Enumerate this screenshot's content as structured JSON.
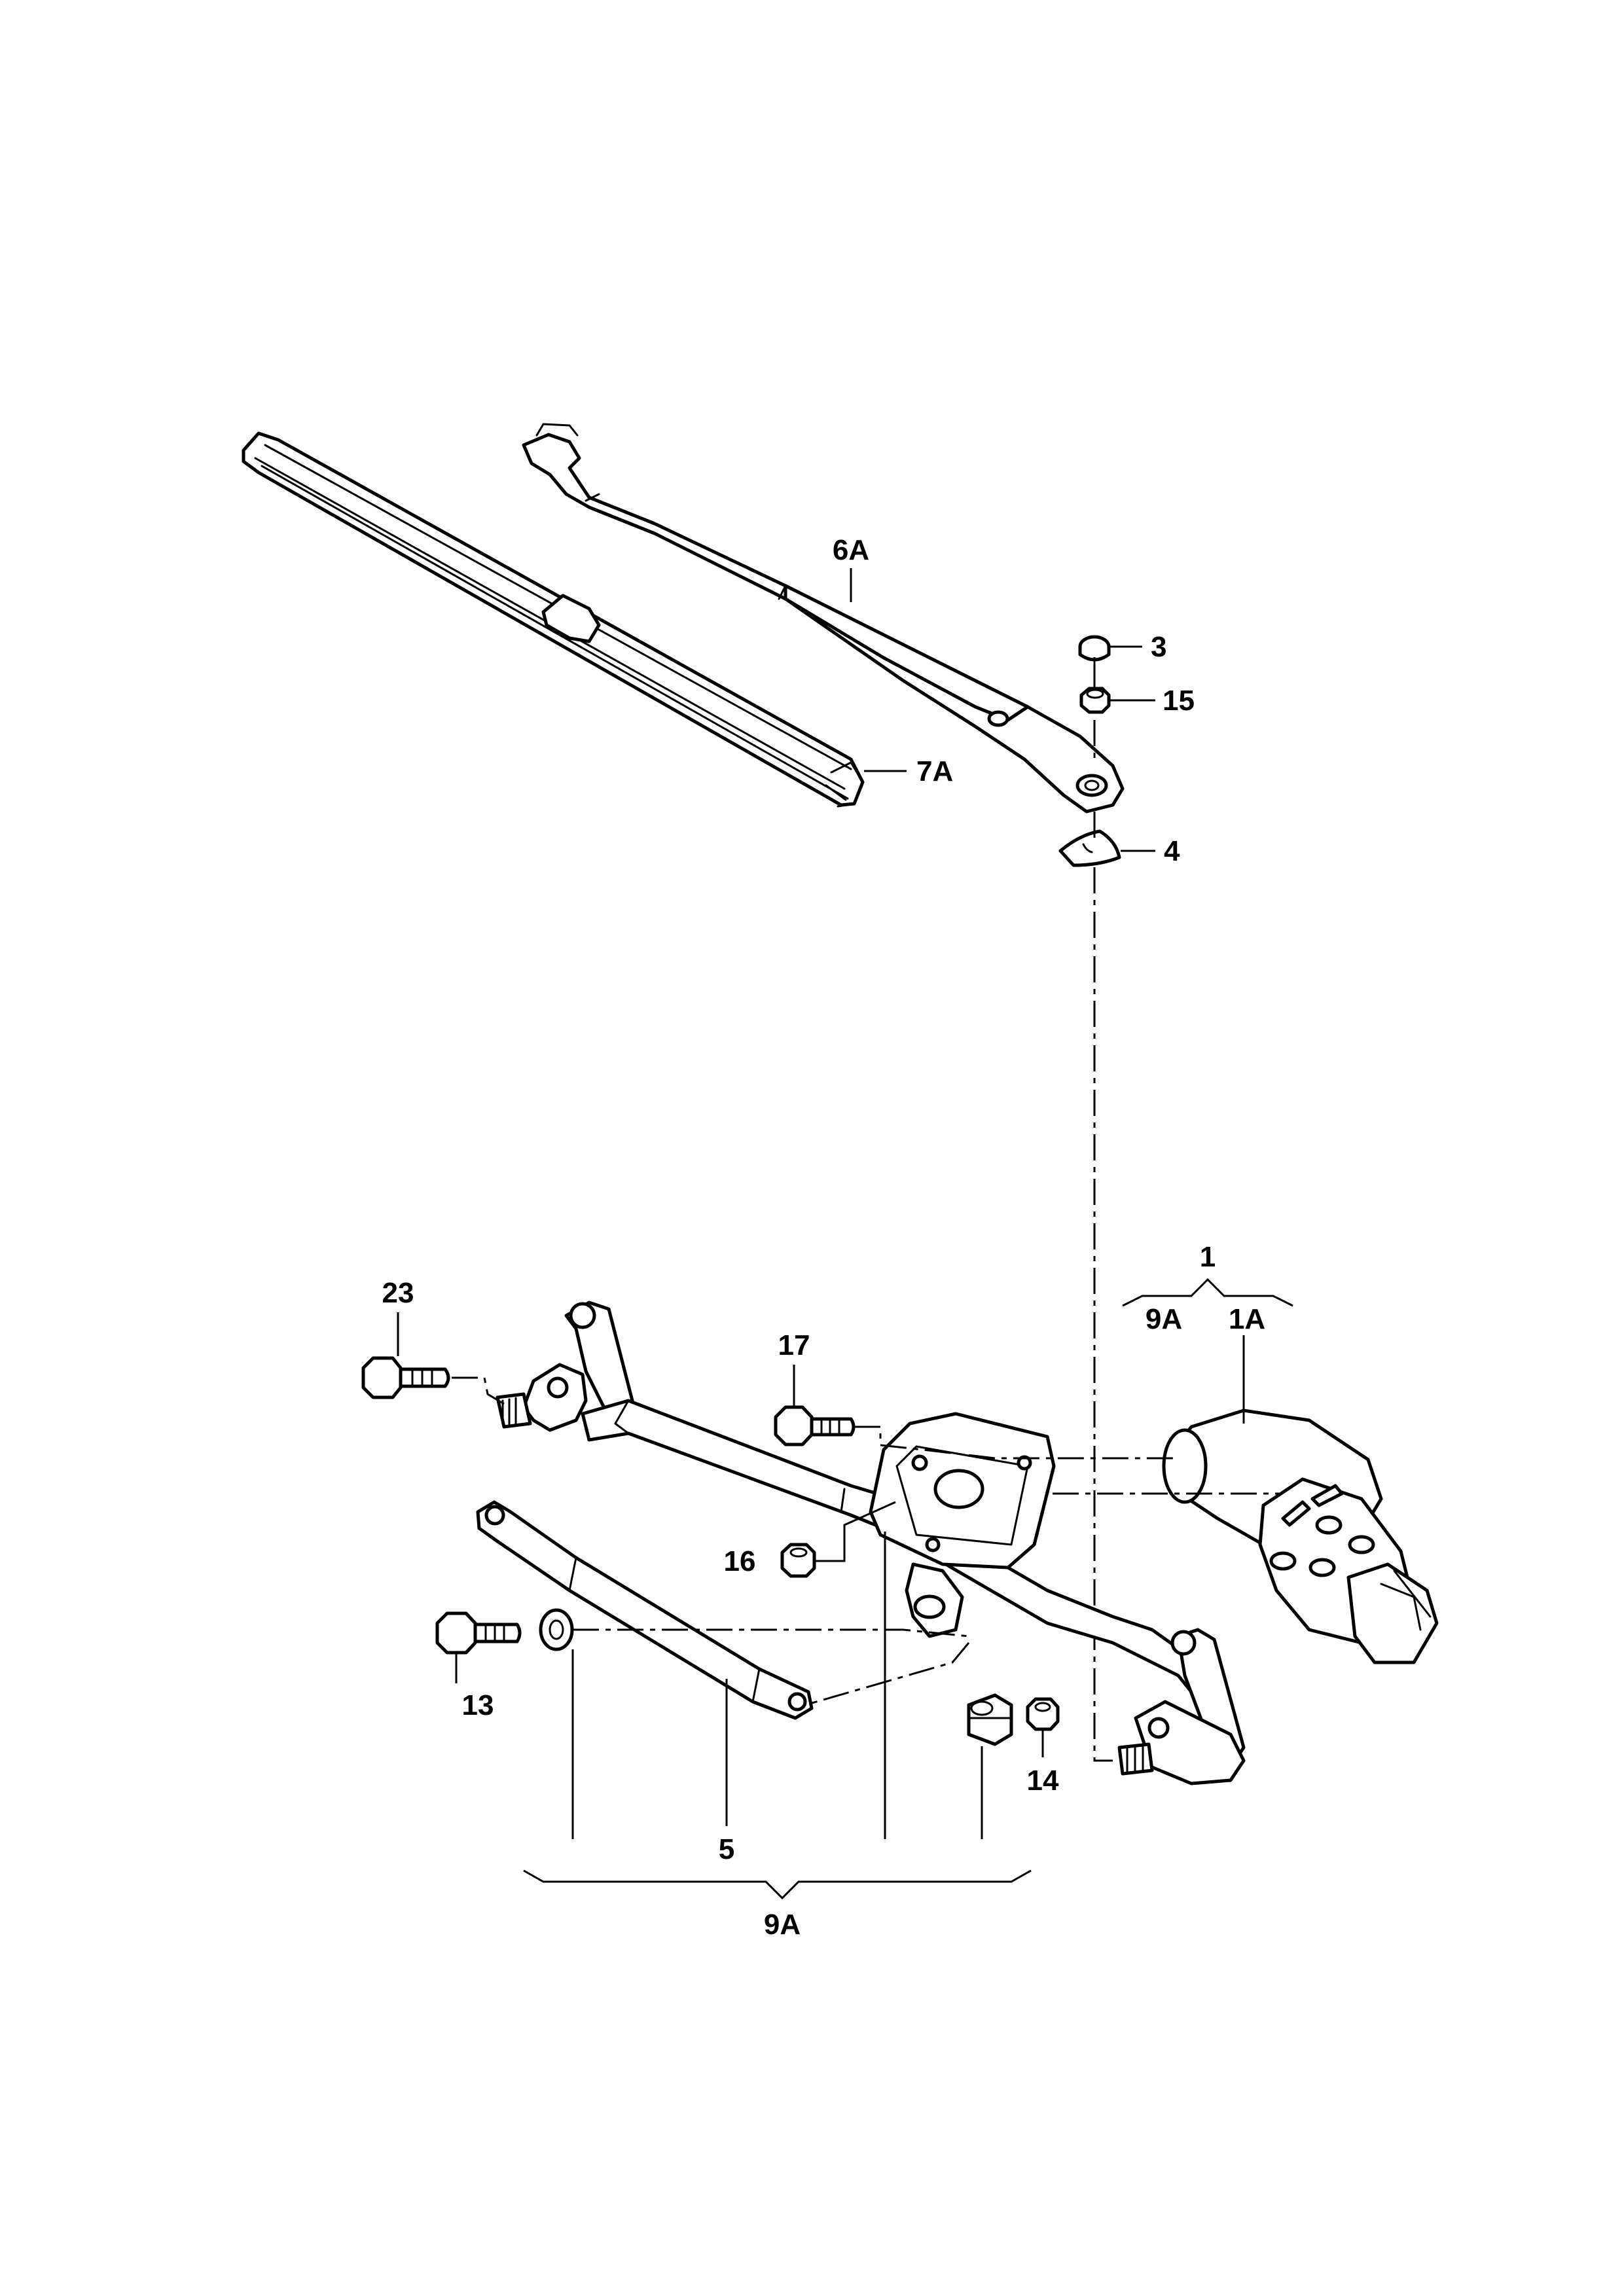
{
  "diagram": {
    "callouts": {
      "c6A": "6A",
      "c7A": "7A",
      "c3": "3",
      "c15": "15",
      "c4": "4",
      "c1": "1",
      "c9A_top": "9A",
      "c1A": "1A",
      "c23": "23",
      "c17": "17",
      "c16": "16",
      "c13": "13",
      "c14": "14",
      "c5": "5",
      "c9A_bottom": "9A"
    }
  }
}
